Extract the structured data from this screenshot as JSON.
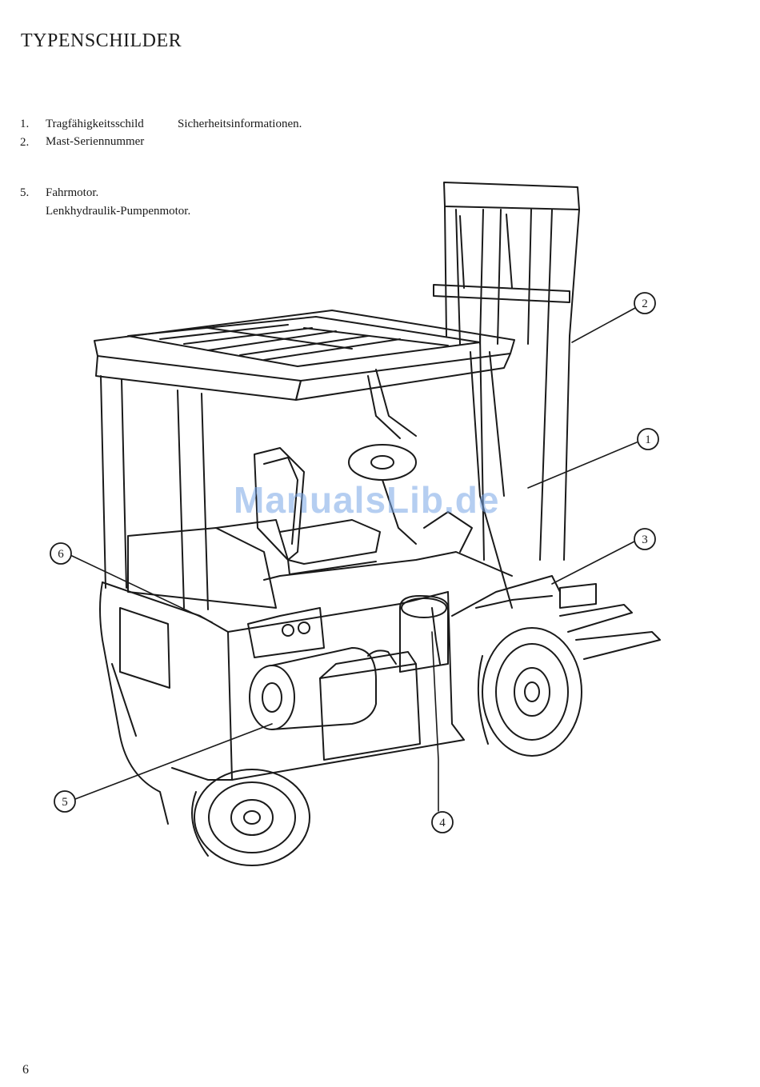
{
  "page": {
    "title": "TYPENSCHILDER",
    "page_number": "6",
    "watermark": "ManualsLib.de"
  },
  "list": {
    "items": [
      {
        "number": "1.",
        "label": "Tragfähigkeitsschild",
        "extra": "Sicherheitsinformationen."
      },
      {
        "number": "2.",
        "label": "Mast-Seriennummer"
      },
      {
        "number": "5.",
        "label": "Fahrmotor."
      },
      {
        "label": "Lenkhydraulik-Pumpenmotor."
      }
    ]
  },
  "callouts": [
    "1",
    "2",
    "3",
    "4",
    "5",
    "6"
  ]
}
